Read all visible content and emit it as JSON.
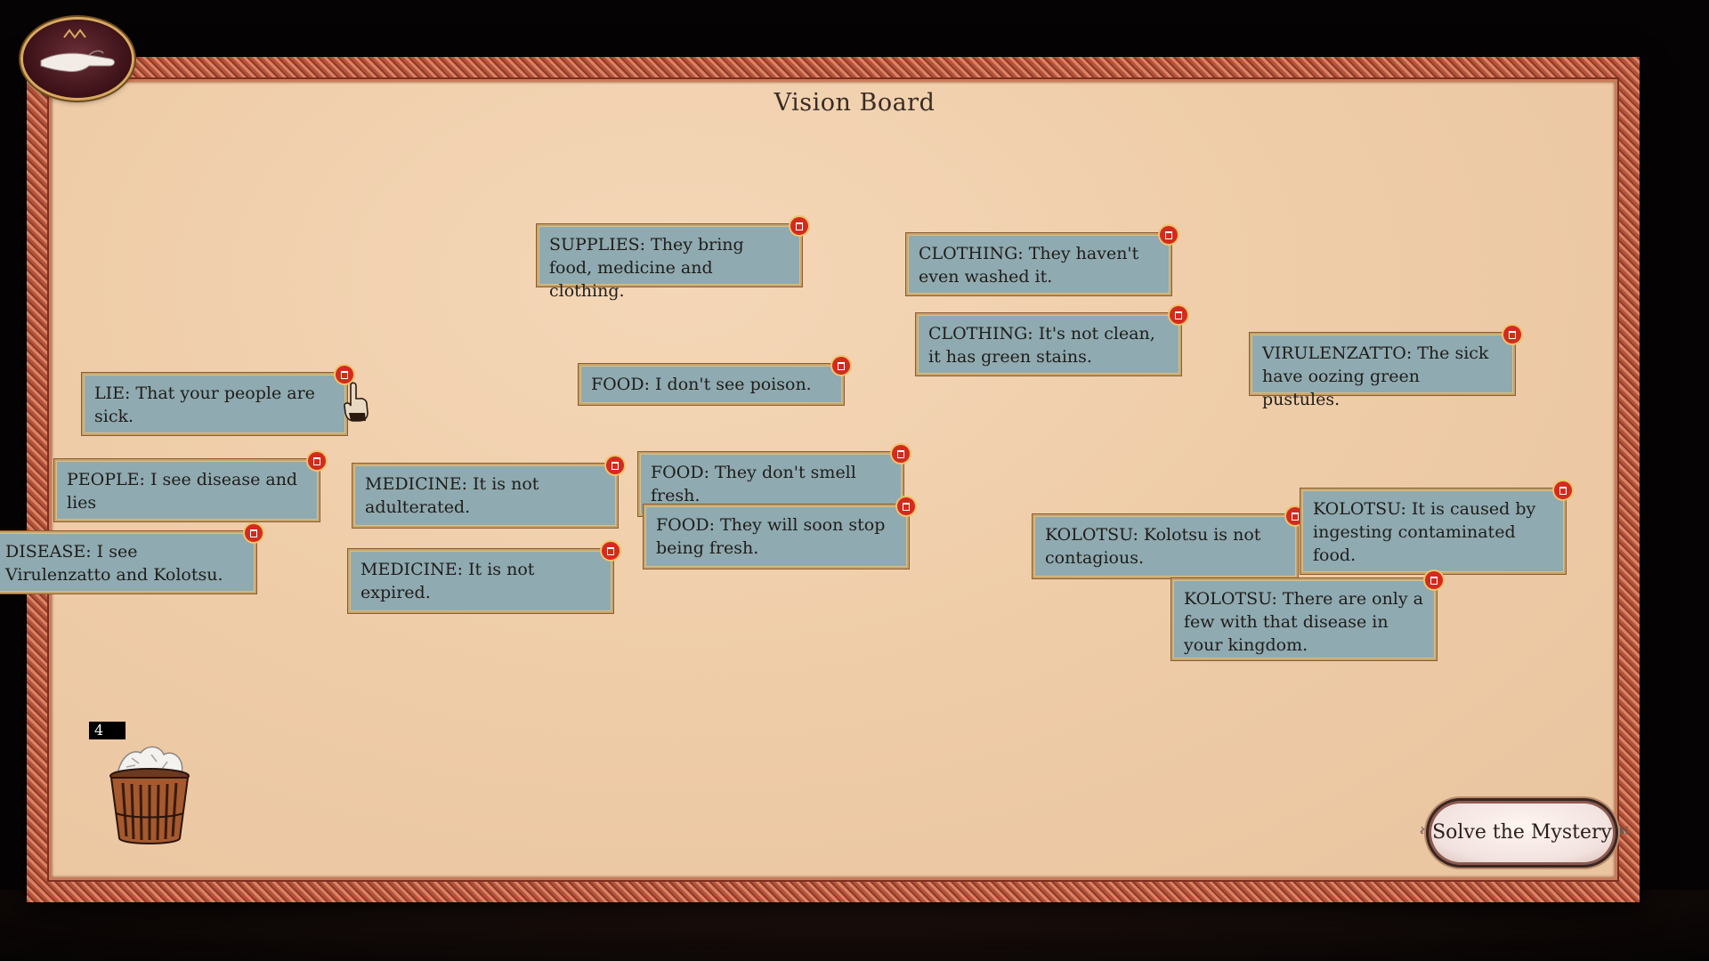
{
  "board": {
    "title": "Vision Board"
  },
  "trash": {
    "count": "4"
  },
  "actions": {
    "solve_label": "Solve the Mystery"
  },
  "cards": [
    {
      "id": "supplies",
      "text": "SUPPLIES: They bring food, medicine and clothing."
    },
    {
      "id": "clothing-washed",
      "text": "CLOTHING: They haven't even washed it."
    },
    {
      "id": "clothing-stains",
      "text": "CLOTHING: It's not clean, it has green stains."
    },
    {
      "id": "virulenzatto",
      "text": "VIRULENZATTO: The sick have oozing green pustules."
    },
    {
      "id": "lie",
      "text": "LIE: That your people are sick."
    },
    {
      "id": "food-poison",
      "text": "FOOD: I don't see poison."
    },
    {
      "id": "people",
      "text": "PEOPLE: I see disease and lies"
    },
    {
      "id": "medicine-adulterated",
      "text": "MEDICINE: It is not adulterated."
    },
    {
      "id": "food-smell",
      "text": "FOOD: They don't smell fresh."
    },
    {
      "id": "food-fresh",
      "text": "FOOD: They will soon stop being fresh."
    },
    {
      "id": "disease",
      "text": "DISEASE: I see Virulenzatto and Kolotsu."
    },
    {
      "id": "medicine-expired",
      "text": "MEDICINE: It is not expired."
    },
    {
      "id": "kolotsu-contagious",
      "text": "KOLOTSU: Kolotsu is not contagious."
    },
    {
      "id": "kolotsu-food",
      "text": "KOLOTSU: It is caused by ingesting contaminated food."
    },
    {
      "id": "kolotsu-few",
      "text": "KOLOTSU: There are only a few with that disease in your kingdom."
    }
  ],
  "icons": {
    "delete": "trash-delete-icon",
    "emblem": "pointing-hand-icon",
    "bin": "wastebasket-icon"
  },
  "colors": {
    "card": "#8faab0",
    "card_border": "#c7a46a",
    "delete": "#d32b1e",
    "paper": "#efcda9",
    "frame": "#b5523c"
  }
}
